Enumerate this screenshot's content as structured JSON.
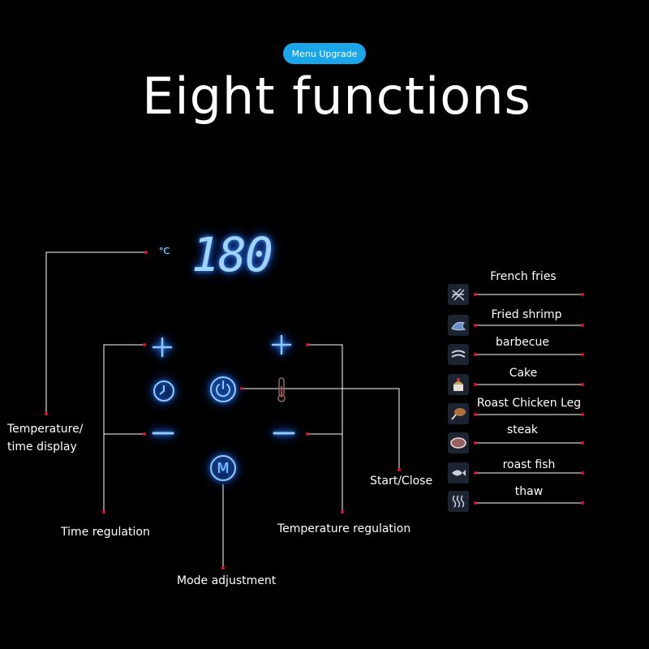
{
  "header": {
    "badge": "Menu Upgrade",
    "title": "Eight functions"
  },
  "panel": {
    "display_value": "180",
    "unit": "°C"
  },
  "callouts": {
    "temp_time_display": "Temperature/ time display",
    "time_regulation": "Time regulation",
    "temperature_regulation": "Temperature regulation",
    "mode_adjustment": "Mode adjustment",
    "start_close": "Start/Close"
  },
  "menu": [
    {
      "label": "French fries",
      "icon": "fries-icon"
    },
    {
      "label": "Fried shrimp",
      "icon": "shrimp-icon"
    },
    {
      "label": "barbecue",
      "icon": "barbecue-icon"
    },
    {
      "label": "Cake",
      "icon": "cake-icon"
    },
    {
      "label": "Roast Chicken Leg",
      "icon": "chicken-leg-icon"
    },
    {
      "label": "steak",
      "icon": "steak-icon"
    },
    {
      "label": "roast fish",
      "icon": "fish-icon"
    },
    {
      "label": "thaw",
      "icon": "thaw-icon"
    }
  ],
  "colors": {
    "accent": "#1aa6e8",
    "glow": "#3a8cff",
    "pointer_dot": "#e0102a"
  }
}
